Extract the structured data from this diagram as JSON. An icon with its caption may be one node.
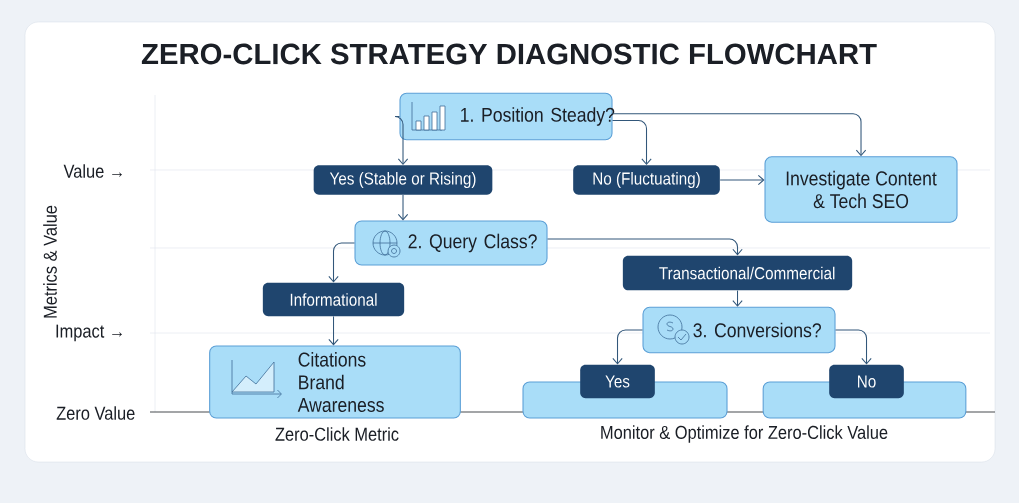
{
  "diagram": {
    "title": "ZERO-CLICK STRATEGY DIAGNOSTIC FLOWCHART",
    "nodes": [
      {
        "text": [
          "1. Position Steady?"
        ]
      },
      {
        "text": [
          "Yes (Stable or Rising)"
        ]
      },
      {
        "text": [
          "No (Fluctuating)"
        ]
      },
      {
        "text": [
          "Investigate Content & Tech SEO"
        ]
      },
      {
        "text": [
          "2. Query Class?"
        ]
      },
      {
        "text": [
          "Informational"
        ]
      },
      {
        "text": [
          "Transactional/Commercial"
        ]
      },
      {
        "text": [
          "3. Conversions?"
        ]
      },
      {
        "text": [
          "Citations Brand Awareness"
        ]
      },
      {
        "text": [],
        "shape": "box"
      },
      {
        "text": [
          "Yes"
        ]
      },
      {
        "text": [],
        "shape": "box"
      },
      {
        "text": [
          "No"
        ]
      }
    ],
    "edges": [
      {
        "from": 0,
        "to": 1,
        "arrow": "to"
      },
      {
        "from": 0,
        "to": 2,
        "arrow": "to"
      },
      {
        "from": 0,
        "to": 3,
        "arrow": "to"
      },
      {
        "from": 2,
        "to": 3,
        "arrow": "to"
      },
      {
        "from": 1,
        "to": 4,
        "arrow": "to"
      },
      {
        "from": 4,
        "to": 5,
        "arrow": "to"
      },
      {
        "from": 4,
        "to": 6,
        "arrow": "to"
      },
      {
        "from": 6,
        "to": 7,
        "arrow": "to"
      },
      {
        "from": 5,
        "to": 8,
        "arrow": "to"
      },
      {
        "from": 7,
        "to": 10,
        "arrow": "to"
      },
      {
        "from": 7,
        "to": 12,
        "arrow": "to"
      }
    ],
    "labels": [
      "Value →",
      "Metrics & Value",
      "Impact →",
      "Zero Value",
      "Zero-Click Metric",
      "Monitor & Optimize for Zero-Click Value"
    ]
  }
}
